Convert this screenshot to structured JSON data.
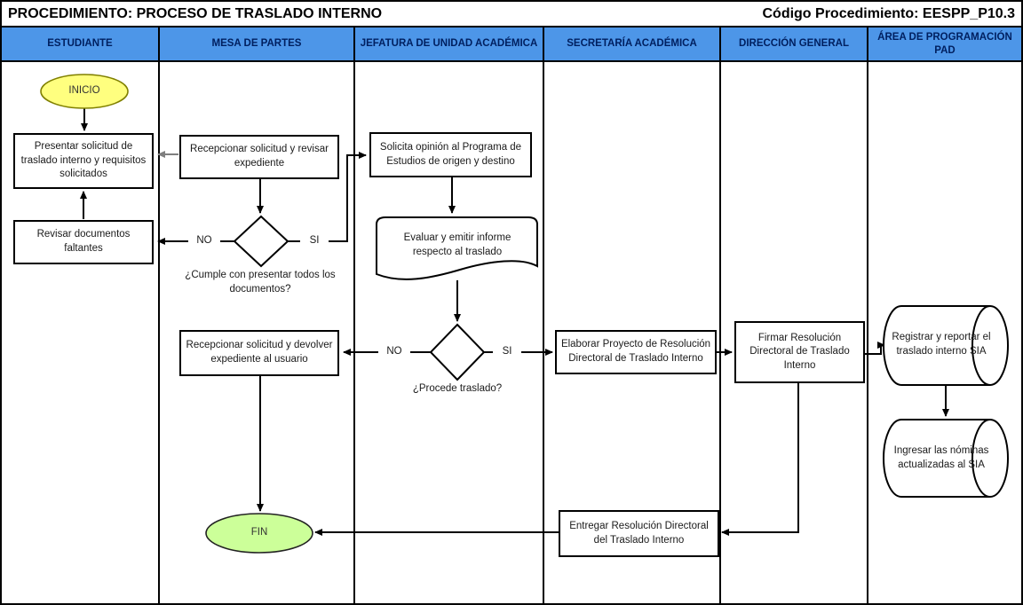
{
  "header": {
    "title": "PROCEDIMIENTO: PROCESO DE TRASLADO INTERNO",
    "code": "Código Procedimiento: EESPP_P10.3"
  },
  "lanes": [
    {
      "label": "ESTUDIANTE"
    },
    {
      "label": "MESA DE PARTES"
    },
    {
      "label": "JEFATURA DE UNIDAD ACADÉMICA"
    },
    {
      "label": "SECRETARÍA ACADÉMICA"
    },
    {
      "label": "DIRECCIÓN GENERAL"
    },
    {
      "label": "ÁREA DE PROGRAMACIÓN PAD"
    }
  ],
  "nodes": {
    "inicio": "INICIO",
    "presentar_solicitud": "Presentar solicitud de traslado interno y requisitos solicitados",
    "revisar_documentos": "Revisar documentos faltantes",
    "recepcionar_revisar": "Recepcionar solicitud y revisar expediente",
    "decision_cumple": {
      "question": "¿Cumple con presentar todos los documentos?",
      "no": "NO",
      "si": "SI"
    },
    "solicita_opinion": "Solicita opinión al Programa de Estudios de origen y destino",
    "evaluar_informe": "Evaluar y emitir informe respecto al traslado",
    "decision_procede": {
      "question": "¿Procede traslado?",
      "no": "NO",
      "si": "SI"
    },
    "recepcionar_devolver": "Recepcionar solicitud y devolver expediente al usuario",
    "elaborar_proyecto": "Elaborar Proyecto de Resolución Directoral de Traslado Interno",
    "firmar_resolucion": "Firmar Resolución Directoral de Traslado Interno",
    "registrar_reportar": "Registrar y reportar el traslado interno SIA",
    "ingresar_nominas": "Ingresar las nóminas actualizadas al SIA",
    "entregar_resolucion": "Entregar Resolución Directoral del Traslado Interno",
    "fin": "FIN"
  },
  "colors": {
    "lane_header_bg": "#4d96e8",
    "lane_header_text": "#002060",
    "start_fill": "#ffff7f",
    "start_stroke": "#808000",
    "end_fill": "#ccff99",
    "line": "#000000",
    "gray_line": "#7f7f7f"
  }
}
